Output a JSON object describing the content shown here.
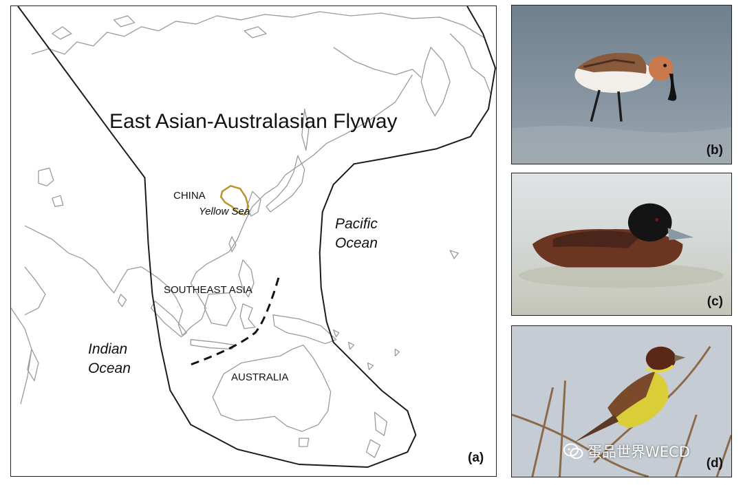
{
  "map": {
    "title": "East Asian-Australasian Flyway",
    "labels": {
      "china": "CHINA",
      "yellow_sea": "Yellow Sea",
      "pacific_line1": "Pacific",
      "pacific_line2": "Ocean",
      "southeast_asia": "SOUTHEAST ASIA",
      "indian_line1": "Indian",
      "indian_line2": "Ocean",
      "australia": "AUSTRALIA"
    },
    "panel_tag": "(a)",
    "colors": {
      "coast": "#9a9a9a",
      "boundary": "#1a1a1a",
      "yellow_sea_outline": "#b8922e"
    }
  },
  "photos": [
    {
      "tag": "(b)",
      "subject": "shorebird-wading"
    },
    {
      "tag": "(c)",
      "subject": "dark-headed-duck-swimming"
    },
    {
      "tag": "(d)",
      "subject": "yellow-breasted-bunting-on-branch"
    }
  ],
  "watermark": {
    "text": "蛋品世界WECD",
    "icon": "wechat-logo-icon"
  }
}
